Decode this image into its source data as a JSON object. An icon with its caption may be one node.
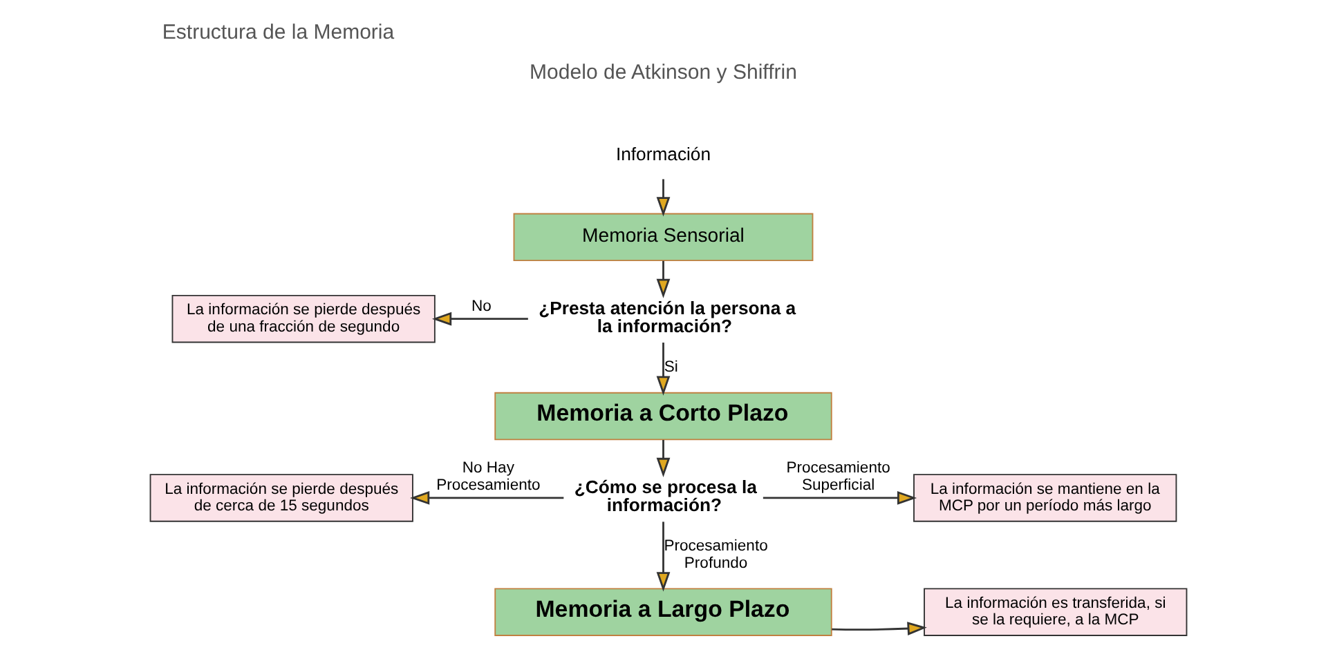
{
  "diagram": {
    "title": "Estructura de la Memoria",
    "nodes": [
      {
        "text": [
          "Información"
        ]
      },
      {
        "text": [
          "Memoria Sensorial"
        ]
      },
      {
        "text": [
          "La información se pierde después de una fracción de segundo"
        ]
      },
      {
        "text": [
          "¿Presta atención la persona a la información?"
        ]
      },
      {
        "text": [
          "Memoria a Corto Plazo"
        ]
      },
      {
        "text": [
          "La información se pierde después de cerca de 15 segundos"
        ]
      },
      {
        "text": [
          "¿Cómo se procesa la información?"
        ]
      },
      {
        "text": [
          "La información se mantiene en la MCP por un período más largo"
        ]
      },
      {
        "text": [
          "Memoria a Largo Plazo"
        ]
      },
      {
        "text": [
          "La información es transferida, si se la requiere, a la MCP"
        ]
      }
    ],
    "edges": [
      {
        "from": 0,
        "to": 1,
        "arrow": "to"
      },
      {
        "from": 1,
        "to": 3,
        "arrow": "to"
      },
      {
        "from": 3,
        "to": 2,
        "arrow": "to",
        "label": "No"
      },
      {
        "from": 3,
        "to": 4,
        "arrow": "to",
        "label": "Si"
      },
      {
        "from": 4,
        "to": 6,
        "arrow": "to"
      },
      {
        "from": 6,
        "to": 5,
        "arrow": "to",
        "label": "No Hay Procesamiento"
      },
      {
        "from": 6,
        "to": 7,
        "arrow": "to",
        "label": "Procesamiento Superficial"
      },
      {
        "from": 6,
        "to": 8,
        "arrow": "to",
        "label": "Procesamiento Profundo"
      },
      {
        "from": 8,
        "to": 9,
        "arrow": "to"
      }
    ],
    "labels": [
      "Modelo de Atkinson y Shiffrin"
    ]
  }
}
